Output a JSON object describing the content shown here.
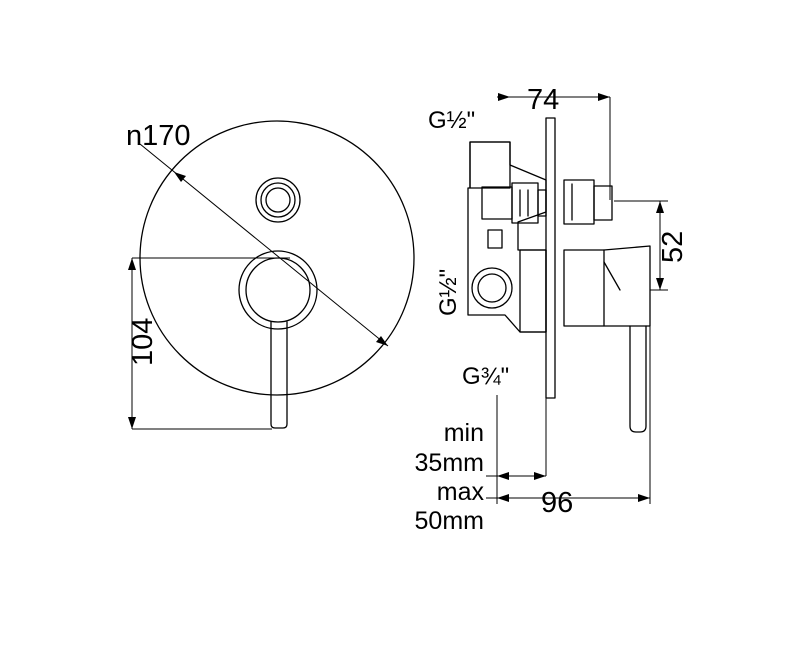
{
  "front_view": {
    "diameter_label": "n170",
    "height_label": "104"
  },
  "side_view": {
    "top_thread_label": "G½\"",
    "side_thread_label": "G½\"",
    "bottom_thread_label": "G¾\"",
    "depth_label": "74",
    "offset_label": "52",
    "total_depth_label": "96",
    "min_label": "min",
    "min_value": "35mm",
    "max_label": "max",
    "max_value": "50mm"
  }
}
